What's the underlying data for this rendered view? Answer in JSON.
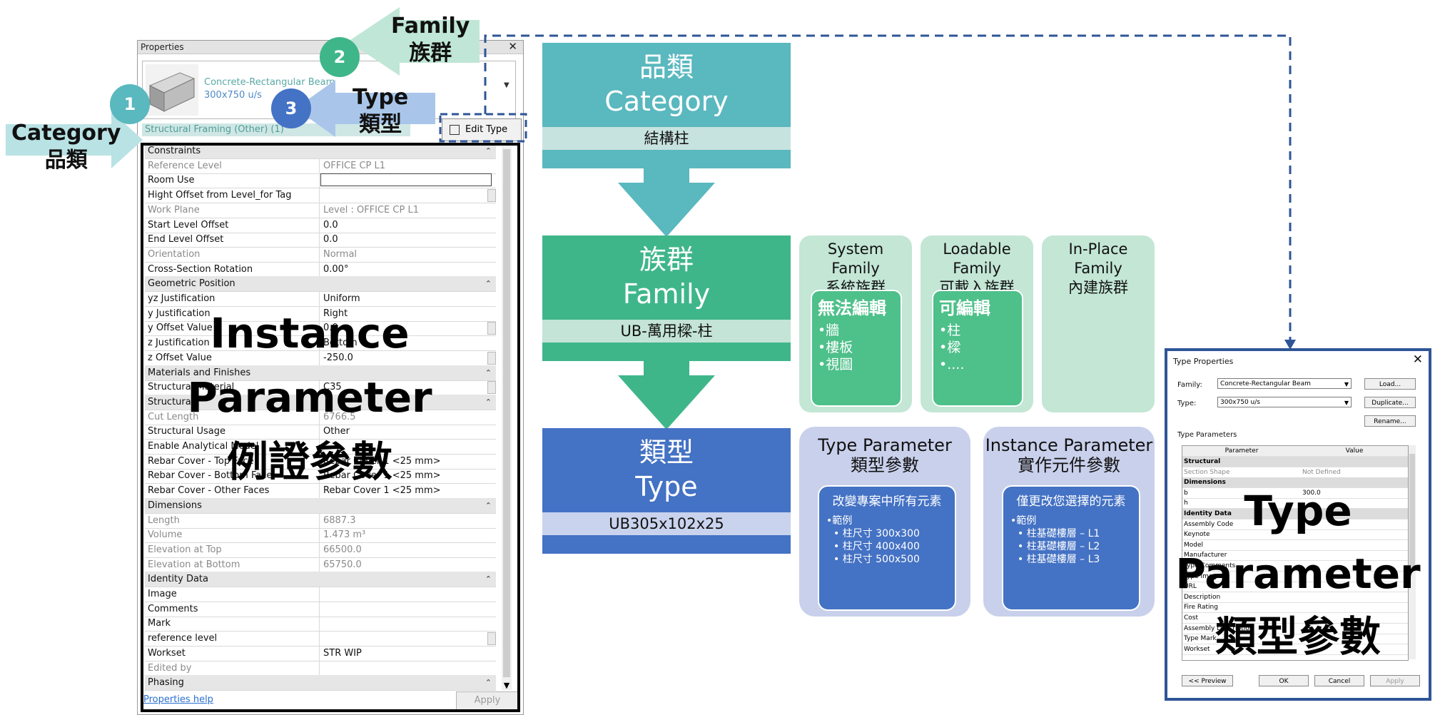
{
  "properties": {
    "title": "Properties",
    "close_glyph": "✕",
    "type_family": "Concrete-Rectangular Beam",
    "type_size": "300x750 u/s",
    "filter": "Structural Framing (Other) (1)",
    "edit_type": "Edit Type",
    "help": "Properties help",
    "apply": "Apply",
    "rows": [
      {
        "kind": "sec",
        "name": "Constraints"
      },
      {
        "kind": "ro",
        "name": "Reference Level",
        "value": "OFFICE CP L1"
      },
      {
        "kind": "edit",
        "name": "Room Use",
        "value": ""
      },
      {
        "kind": "btn",
        "name": "Hight Offset from Level_for Tag",
        "value": ""
      },
      {
        "kind": "ro",
        "name": "Work Plane",
        "value": "Level : OFFICE CP L1"
      },
      {
        "kind": "n",
        "name": "Start Level Offset",
        "value": "0.0"
      },
      {
        "kind": "n",
        "name": "End Level Offset",
        "value": "0.0"
      },
      {
        "kind": "ro",
        "name": "Orientation",
        "value": "Normal"
      },
      {
        "kind": "n",
        "name": "Cross-Section Rotation",
        "value": "0.00°"
      },
      {
        "kind": "sec",
        "name": "Geometric Position"
      },
      {
        "kind": "n",
        "name": "yz Justification",
        "value": "Uniform"
      },
      {
        "kind": "n",
        "name": "y Justification",
        "value": "Right"
      },
      {
        "kind": "btn",
        "name": "y Offset Value",
        "value": "0.0"
      },
      {
        "kind": "n",
        "name": "z Justification",
        "value": "Bottom"
      },
      {
        "kind": "btn",
        "name": "z Offset Value",
        "value": "-250.0"
      },
      {
        "kind": "sec",
        "name": "Materials and Finishes"
      },
      {
        "kind": "btn",
        "name": "Structural Material",
        "value": "C35"
      },
      {
        "kind": "sec",
        "name": "Structural"
      },
      {
        "kind": "ro",
        "name": "Cut Length",
        "value": "6766.5"
      },
      {
        "kind": "n",
        "name": "Structural Usage",
        "value": "Other"
      },
      {
        "kind": "n",
        "name": "Enable Analytical Model",
        "value": ""
      },
      {
        "kind": "n",
        "name": "Rebar Cover - Top Face",
        "value": "Rebar Cover 1 <25 mm>"
      },
      {
        "kind": "n",
        "name": "Rebar Cover - Bottom Face",
        "value": "Rebar Cover 1 <25 mm>"
      },
      {
        "kind": "n",
        "name": "Rebar Cover - Other Faces",
        "value": "Rebar Cover 1 <25 mm>"
      },
      {
        "kind": "sec",
        "name": "Dimensions"
      },
      {
        "kind": "ro",
        "name": "Length",
        "value": "6887.3"
      },
      {
        "kind": "ro",
        "name": "Volume",
        "value": "1.473 m³"
      },
      {
        "kind": "ro",
        "name": "Elevation at Top",
        "value": "66500.0"
      },
      {
        "kind": "ro",
        "name": "Elevation at Bottom",
        "value": "65750.0"
      },
      {
        "kind": "sec",
        "name": "Identity Data"
      },
      {
        "kind": "n",
        "name": "Image",
        "value": ""
      },
      {
        "kind": "n",
        "name": "Comments",
        "value": ""
      },
      {
        "kind": "n",
        "name": "Mark",
        "value": ""
      },
      {
        "kind": "btn",
        "name": "reference level",
        "value": ""
      },
      {
        "kind": "n",
        "name": "Workset",
        "value": "STR WIP"
      },
      {
        "kind": "ro",
        "name": "Edited by",
        "value": ""
      },
      {
        "kind": "sec",
        "name": "Phasing"
      }
    ]
  },
  "overlays": {
    "instance_param": [
      "Instance",
      "Parameter",
      "例證參數"
    ],
    "type_param": [
      "Type",
      "Parameter",
      "類型參數"
    ]
  },
  "callouts": {
    "category": {
      "num": "1",
      "en": "Category",
      "zh": "品類",
      "color": "#5ab8bf"
    },
    "family": {
      "num": "2",
      "en": "Family",
      "zh": "族群",
      "color": "#3fb68a"
    },
    "type": {
      "num": "3",
      "en": "Type",
      "zh": "類型",
      "color": "#4472c4"
    }
  },
  "hierarchy": {
    "category": {
      "zh": "品類",
      "en": "Category",
      "example": "結構柱",
      "color": "#5ab8bf",
      "band": "#c7e3df"
    },
    "family": {
      "zh": "族群",
      "en": "Family",
      "example": "UB-萬用樑-柱",
      "color": "#3fb68a",
      "band": "#c3e4d6"
    },
    "type": {
      "zh": "類型",
      "en": "Type",
      "example": "UB305x102x25",
      "color": "#4472c4",
      "band": "#c9d3ee"
    }
  },
  "family_types": [
    {
      "lines": [
        "System",
        "Family",
        "系統族群"
      ],
      "sub_title": "無法編輯",
      "items": [
        "•牆",
        "•樓板",
        "•視圖"
      ]
    },
    {
      "lines": [
        "Loadable",
        "Family",
        "可載入族群"
      ],
      "sub_title": "可編輯",
      "items": [
        "•柱",
        "•樑",
        "•...."
      ]
    },
    {
      "lines": [
        "In-Place",
        "Family",
        "內建族群"
      ]
    }
  ],
  "param_tiles": [
    {
      "lines": [
        "Type Parameter",
        "類型參數"
      ],
      "inner_title": "改變專案中所有元素",
      "head": "•範例",
      "items": [
        "• 柱尺寸 300x300",
        "• 柱尺寸 400x400",
        "• 柱尺寸 500x500"
      ]
    },
    {
      "lines": [
        "Instance Parameter",
        "實作元件參數"
      ],
      "inner_title": "僅更改您選擇的元素",
      "head": "•範例",
      "items": [
        "• 柱基礎樓層 – L1",
        "• 柱基礎樓層 – L2",
        "• 柱基礎樓層 – L3"
      ]
    }
  ],
  "type_properties": {
    "title": "Type Properties",
    "family_label": "Family:",
    "family_value": "Concrete-Rectangular Beam",
    "type_label": "Type:",
    "type_value": "300x750 u/s",
    "load": "Load...",
    "duplicate": "Duplicate...",
    "rename": "Rename...",
    "section_label": "Type Parameters",
    "col_param": "Parameter",
    "col_value": "Value",
    "rows": [
      {
        "kind": "sec",
        "a": "Structural"
      },
      {
        "kind": "ro",
        "a": "Section Shape",
        "b": "Not Defined"
      },
      {
        "kind": "sec",
        "a": "Dimensions"
      },
      {
        "kind": "n",
        "a": "b",
        "b": "300.0"
      },
      {
        "kind": "n",
        "a": "h",
        "b": ""
      },
      {
        "kind": "sec",
        "a": "Identity Data"
      },
      {
        "kind": "n",
        "a": "Assembly Code",
        "b": ""
      },
      {
        "kind": "n",
        "a": "Keynote",
        "b": ""
      },
      {
        "kind": "n",
        "a": "Model",
        "b": ""
      },
      {
        "kind": "n",
        "a": "Manufacturer",
        "b": ""
      },
      {
        "kind": "n",
        "a": "Type Comments",
        "b": ""
      },
      {
        "kind": "n",
        "a": "Type Image",
        "b": ""
      },
      {
        "kind": "n",
        "a": "URL",
        "b": ""
      },
      {
        "kind": "n",
        "a": "Description",
        "b": ""
      },
      {
        "kind": "n",
        "a": "Fire Rating",
        "b": ""
      },
      {
        "kind": "n",
        "a": "Cost",
        "b": ""
      },
      {
        "kind": "n",
        "a": "Assembly Description",
        "b": ""
      },
      {
        "kind": "n",
        "a": "Type Mark",
        "b": ""
      },
      {
        "kind": "n",
        "a": "Workset",
        "b": ""
      }
    ],
    "preview": "<< Preview",
    "ok": "OK",
    "cancel": "Cancel",
    "apply": "Apply"
  },
  "colors": {
    "dashed_link": "#2e5597"
  }
}
